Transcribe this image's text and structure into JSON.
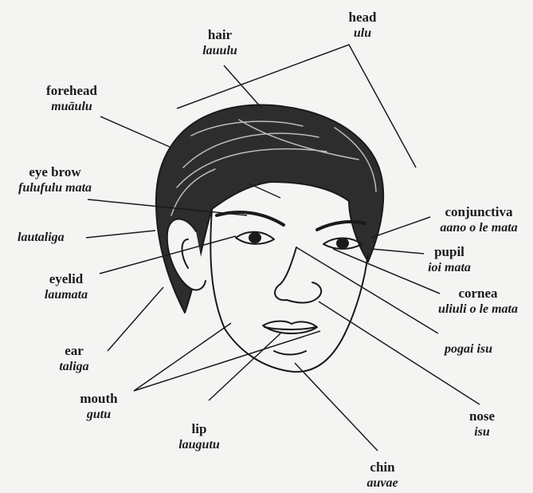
{
  "labels": {
    "head": {
      "en": "head",
      "sm": "ulu"
    },
    "hair": {
      "en": "hair",
      "sm": "lauulu"
    },
    "forehead": {
      "en": "forehead",
      "sm": "muāulu"
    },
    "eyebrow": {
      "en": "eye brow",
      "sm": "fulufulu mata"
    },
    "temple": {
      "sm": "lautaliga"
    },
    "eyelid": {
      "en": "eyelid",
      "sm": "laumata"
    },
    "ear": {
      "en": "ear",
      "sm": "taliga"
    },
    "mouth": {
      "en": "mouth",
      "sm": "gutu"
    },
    "lip": {
      "en": "lip",
      "sm": "laugutu"
    },
    "chin": {
      "en": "chin",
      "sm": "auvae"
    },
    "nose": {
      "en": "nose",
      "sm": "isu"
    },
    "pogai": {
      "sm": "pogai isu"
    },
    "cornea": {
      "en": "cornea",
      "sm": "uliuli o le mata"
    },
    "pupil": {
      "en": "pupil",
      "sm": "ioi mata"
    },
    "conjunctiva": {
      "en": "conjunctiva",
      "sm": "aano o le mata"
    }
  }
}
